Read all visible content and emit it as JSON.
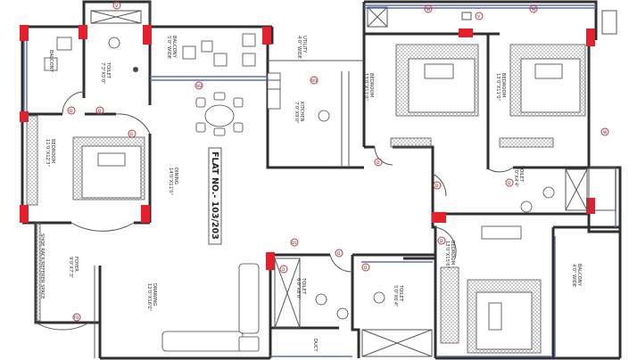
{
  "plan": {
    "flat_title": "FLAT NO.- 103/203",
    "rooms": {
      "toilet_top": {
        "name": "TOILET",
        "size": "7'3\"X5'0\""
      },
      "balcony_center": {
        "name": "BALCONY",
        "size": "5'0\" WIDE"
      },
      "utility": {
        "name": "UTILITY",
        "size": "4'0\" WIDE"
      },
      "kitchen": {
        "name": "KITCHEN",
        "size": "7'0\"X9'0\""
      },
      "bedroom_center": {
        "name": "BEDROOM",
        "size": "13'0\"X11'0\""
      },
      "bedroom_right": {
        "name": "BEDROOM",
        "size": "13'0\"X11'0\""
      },
      "bedroom_left": {
        "name": "BEDROOM",
        "size": "11'0\"X12'3\""
      },
      "dining": {
        "name": "DINING",
        "size": "14'0\"X11'0\""
      },
      "toilet_right": {
        "name": "TOILET",
        "size": "8'0\"X4'4\""
      },
      "balcony_left": {
        "name": "BALCONY",
        "size": ""
      },
      "shoe_rack": {
        "name": "SHOE RACK/REFERER SPACE",
        "size": ""
      },
      "foyer": {
        "name": "FOYER",
        "size": "9'0\"X7'3\""
      },
      "drawing": {
        "name": "DRAWING",
        "size": "12'0\"X16'0\""
      },
      "toilet_bottom1": {
        "name": "TOILET",
        "size": "6'0\"X8'0\""
      },
      "toilet_bottom2": {
        "name": "TOILET",
        "size": "5'0\"X6'4\""
      },
      "bedroom_bottom": {
        "name": "BEDROOM",
        "size": "13'0\"X15'6\""
      },
      "balcony_right": {
        "name": "BALCONY",
        "size": "4'0\" WIDE"
      },
      "duct": {
        "name": "DUCT",
        "size": ""
      }
    },
    "markers": {
      "w": "W",
      "v": "V",
      "d": "D",
      "d1": "D1",
      "d3": "D3",
      "w1": "W1",
      "w2": "W2",
      "fd": "FD"
    },
    "colors": {
      "column": "#e4202c",
      "wall": "#2f2f2f",
      "window": "#5b6fb0",
      "door_tag": "#c9303a"
    }
  }
}
